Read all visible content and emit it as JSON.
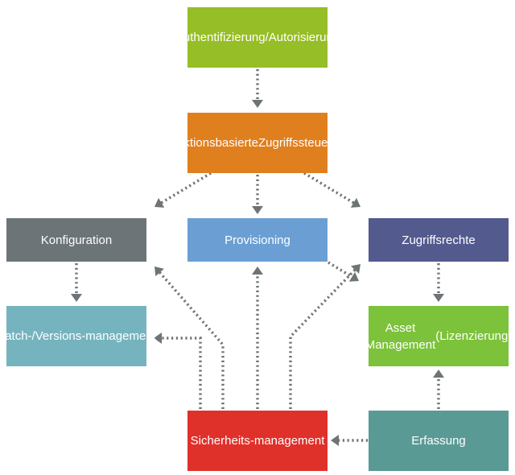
{
  "nodes": {
    "auth": {
      "lines": [
        "Authentifizierung/",
        "Autorisierung"
      ],
      "color": "#96be26"
    },
    "function_access": {
      "lines": [
        "Funktionsbasierte",
        "Zugriffssteuerung"
      ],
      "color": "#e07f1e"
    },
    "configuration": {
      "lines": [
        "Konfiguration"
      ],
      "color": "#6d7478"
    },
    "provisioning": {
      "lines": [
        "Provisioning"
      ],
      "color": "#6b9fd4"
    },
    "access_rights": {
      "lines": [
        "Zugriffsrechte"
      ],
      "color": "#535a8e"
    },
    "patch_version": {
      "lines": [
        "Patch-/Versions-",
        "management"
      ],
      "color": "#75b4be"
    },
    "asset_management": {
      "lines": [
        "Asset Management",
        "(Lizenzierung)"
      ],
      "color": "#7cc23a"
    },
    "security": {
      "lines": [
        "Sicherheits-",
        "management"
      ],
      "color": "#e0302a"
    },
    "capture": {
      "lines": [
        "Erfassung"
      ],
      "color": "#5a9a95"
    }
  },
  "connector_color": "#6e7376",
  "edges": [
    {
      "from": "auth",
      "to": "function_access"
    },
    {
      "from": "function_access",
      "to": "configuration"
    },
    {
      "from": "function_access",
      "to": "provisioning"
    },
    {
      "from": "function_access",
      "to": "access_rights"
    },
    {
      "from": "configuration",
      "to": "patch_version"
    },
    {
      "from": "access_rights",
      "to": "asset_management"
    },
    {
      "from": "provisioning",
      "to": "access_rights"
    },
    {
      "from": "security",
      "to": "patch_version"
    },
    {
      "from": "security",
      "to": "configuration"
    },
    {
      "from": "security",
      "to": "provisioning"
    },
    {
      "from": "security",
      "to": "access_rights"
    },
    {
      "from": "capture",
      "to": "security"
    },
    {
      "from": "capture",
      "to": "asset_management"
    }
  ]
}
